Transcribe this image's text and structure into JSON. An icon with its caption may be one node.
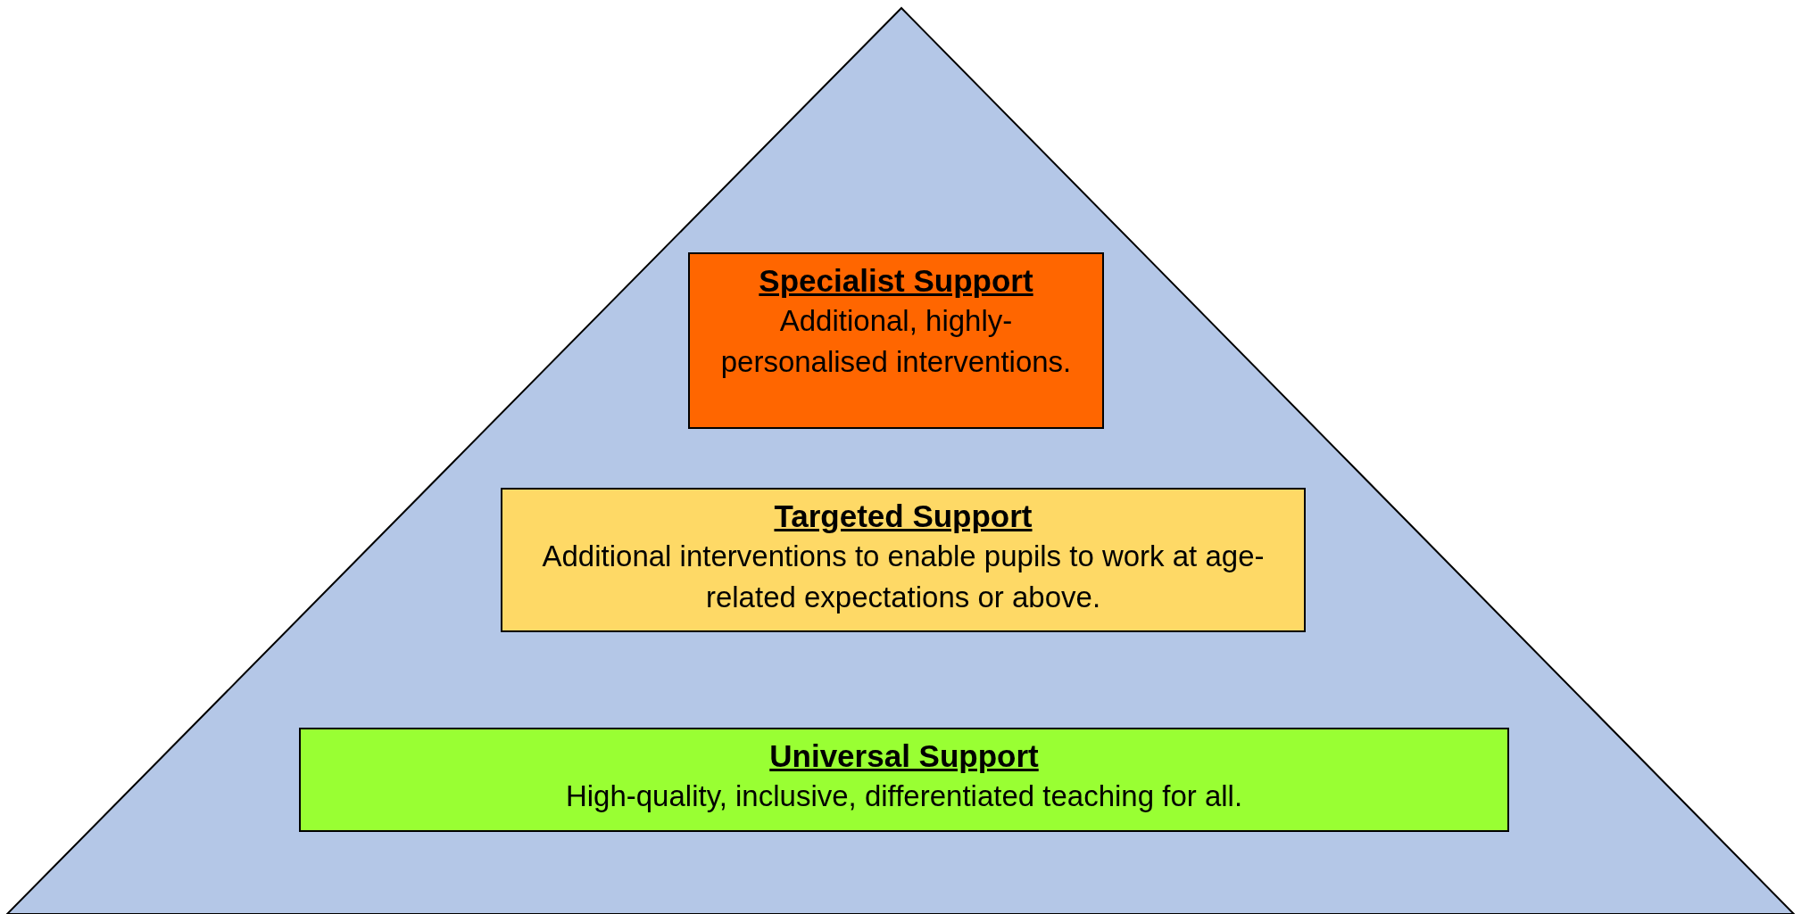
{
  "diagram": {
    "nodes": [
      {
        "text": [
          "Specialist Support",
          "Additional, highly-personalised interventions."
        ]
      },
      {
        "text": [
          "Targeted Support",
          "Additional interventions to enable pupils to work at age-related expectations or above."
        ]
      },
      {
        "text": [
          "Universal Support",
          "High-quality, inclusive, differentiated teaching for all."
        ]
      }
    ],
    "edges": []
  }
}
